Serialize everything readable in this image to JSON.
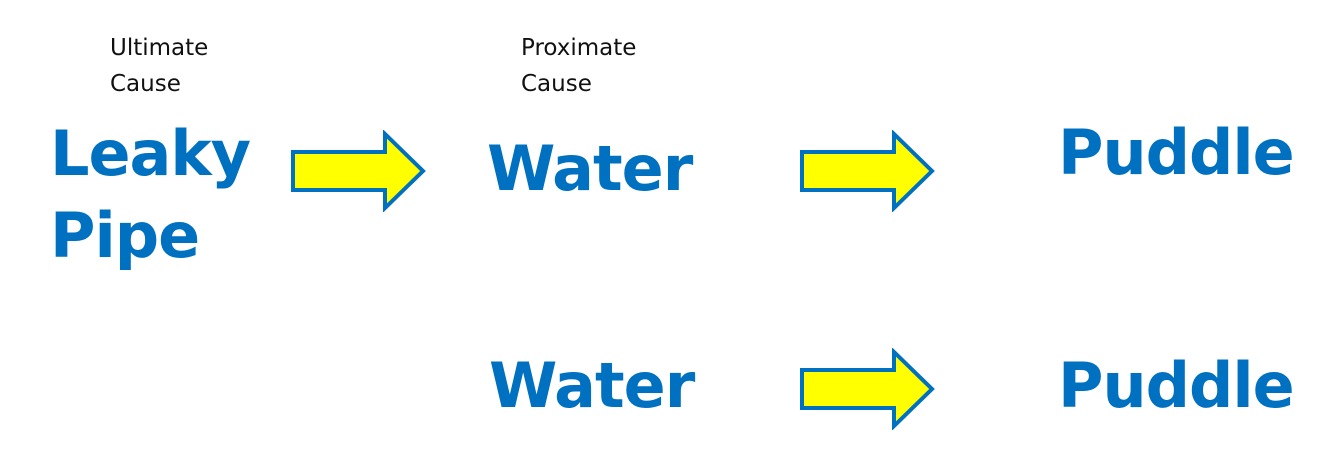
{
  "captions": {
    "ultimate": "Ultimate\nCause",
    "proximate": "Proximate\nCause"
  },
  "row1": {
    "cause": "Leaky\nPipe",
    "middle": "Water",
    "effect": "Puddle"
  },
  "row2": {
    "middle": "Water",
    "effect": "Puddle"
  },
  "colors": {
    "text": "#0070c0",
    "arrow_fill": "#ffff00",
    "arrow_stroke": "#0070c0"
  },
  "icons": [
    "right-arrow-icon",
    "right-arrow-icon",
    "right-arrow-icon"
  ]
}
